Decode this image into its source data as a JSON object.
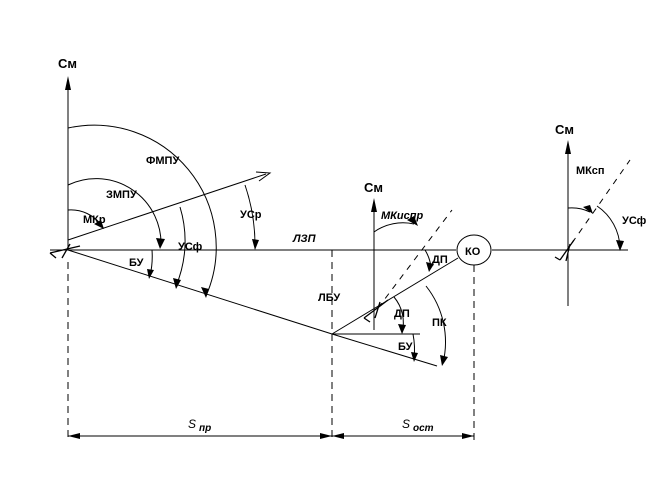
{
  "labels": {
    "sm_left": "См",
    "sm_mid": "См",
    "sm_right": "См",
    "fmpu": "ФМПУ",
    "zmpu": "ЗМПУ",
    "mkr": "МКр",
    "usf_left": "УСф",
    "usr": "УСр",
    "bu_left": "БУ",
    "lzp": "ЛЗП",
    "mkispr": "МКиспр",
    "lbu": "ЛБУ",
    "dp_top": "ДП",
    "dp_bottom": "ДП",
    "pk": "ПК",
    "bu_right": "БУ",
    "ko": "КО",
    "mksp": "МКсп",
    "usf_right": "УСф",
    "s_pr_main": "S",
    "s_pr_sub": "пр",
    "s_ost_main": "S",
    "s_ost_sub": "ост"
  }
}
